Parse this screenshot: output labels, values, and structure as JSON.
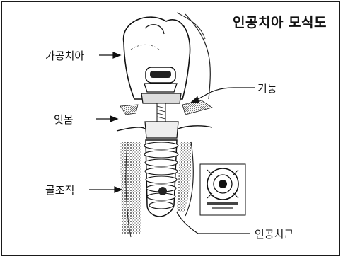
{
  "diagram": {
    "title": "인공치아 모식도",
    "labels": {
      "crown": "가공치아",
      "abutment": "기둥",
      "gum": "잇몸",
      "bone": "골조직",
      "fixture": "인공치근"
    }
  }
}
